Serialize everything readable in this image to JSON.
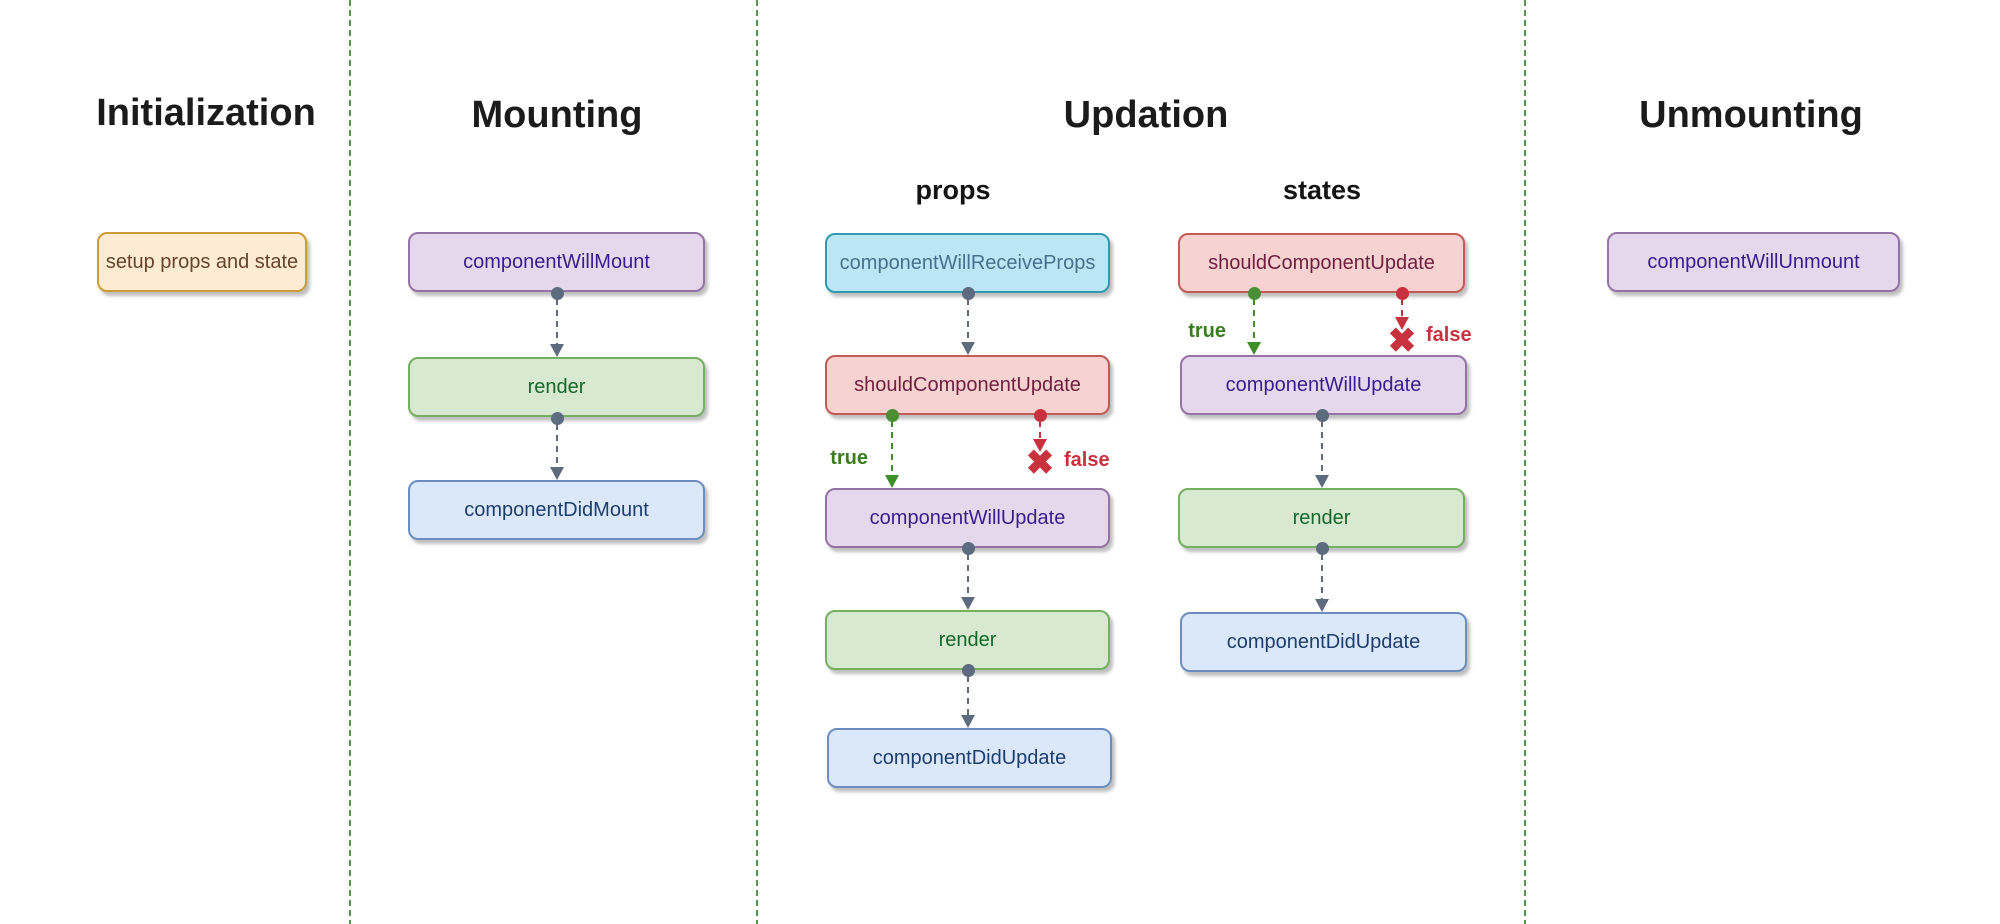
{
  "sections": {
    "initialization": {
      "title": "Initialization",
      "nodes": {
        "setup": {
          "label": "setup props and state"
        }
      }
    },
    "mounting": {
      "title": "Mounting",
      "nodes": {
        "will_mount": {
          "label": "componentWillMount"
        },
        "render": {
          "label": "render"
        },
        "did_mount": {
          "label": "componentDidMount"
        }
      }
    },
    "updation": {
      "title": "Updation",
      "props_column": {
        "heading": "props",
        "nodes": {
          "will_receive_props": {
            "label": "componentWillReceiveProps"
          },
          "should_update": {
            "label": "shouldComponentUpdate"
          },
          "will_update": {
            "label": "componentWillUpdate"
          },
          "render": {
            "label": "render"
          },
          "did_update": {
            "label": "componentDidUpdate"
          }
        },
        "branch": {
          "true_label": "true",
          "false_label": "false"
        }
      },
      "states_column": {
        "heading": "states",
        "nodes": {
          "should_update": {
            "label": "shouldComponentUpdate"
          },
          "will_update": {
            "label": "componentWillUpdate"
          },
          "render": {
            "label": "render"
          },
          "did_update": {
            "label": "componentDidUpdate"
          }
        },
        "branch": {
          "true_label": "true",
          "false_label": "false"
        }
      }
    },
    "unmounting": {
      "title": "Unmounting",
      "nodes": {
        "will_unmount": {
          "label": "componentWillUnmount"
        }
      }
    }
  },
  "icons": {
    "false_cross": "✖"
  },
  "colors": {
    "background": "#ffffff",
    "title_text": "#1b1b1b",
    "divider_green": "#55984d",
    "connector_slate": "#5d6b7e",
    "branch_true_green": "#3f8e27",
    "branch_false_red": "#c8323e",
    "node_orange": {
      "fill": "#fdebd3",
      "border": "#cf9b34",
      "text": "#67432a"
    },
    "node_purple": {
      "fill": "#e6d8ec",
      "border": "#9673a6",
      "text": "#3a1c8c"
    },
    "node_green": {
      "fill": "#d7e9d1",
      "border": "#74b05f",
      "text": "#15682a"
    },
    "node_blue": {
      "fill": "#dbe8fa",
      "border": "#6c8ebf",
      "text": "#1d3e6e"
    },
    "node_cyan": {
      "fill": "#bce6f5",
      "border": "#2e9ab0",
      "text": "#4a6f8c"
    },
    "node_red": {
      "fill": "#f6d2d0",
      "border": "#c25a55",
      "text": "#6f1f42"
    }
  }
}
